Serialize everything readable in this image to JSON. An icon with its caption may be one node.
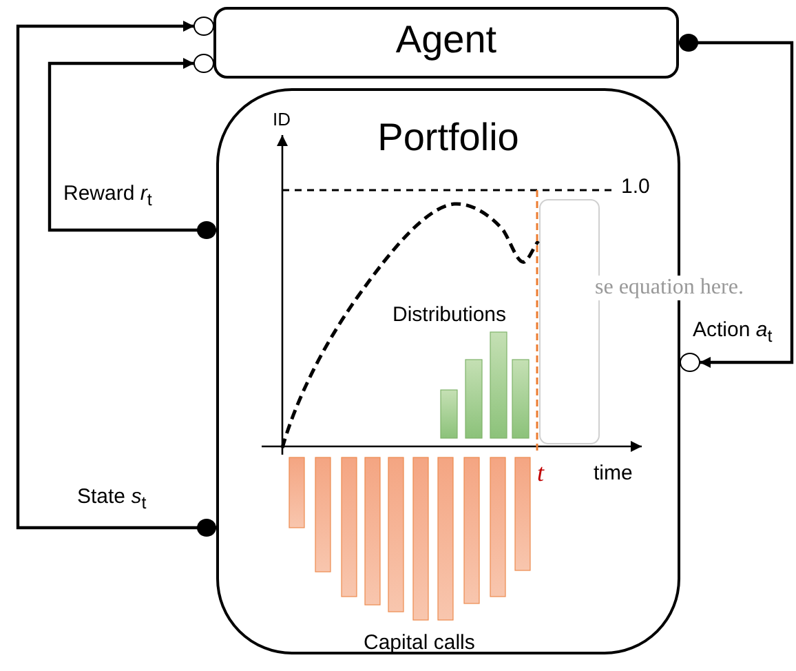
{
  "diagram": {
    "nodes": [
      {
        "text": [
          "Agent"
        ]
      },
      {
        "text": [
          "Portfolio"
        ]
      }
    ],
    "edges": [
      {
        "from": 1,
        "to": 0,
        "arrow": "to",
        "label": "State *s*$_{t}$"
      },
      {
        "from": 1,
        "to": 0,
        "arrow": "to",
        "label": "Reward *r*$_{t}$"
      },
      {
        "from": 0,
        "to": 1,
        "arrow": "to",
        "label": "Action *a*$_{t}$"
      }
    ],
    "labels": [
      "ID",
      "1.0",
      "se equation here.",
      "Distributions",
      "t",
      "time",
      "Capital calls"
    ]
  }
}
